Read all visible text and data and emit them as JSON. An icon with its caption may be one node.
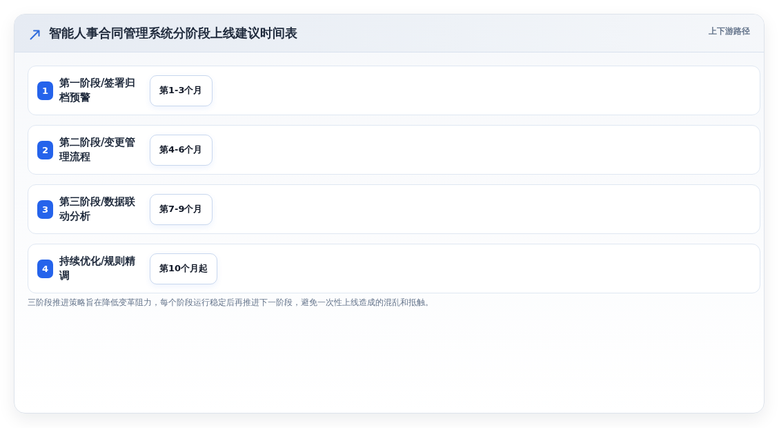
{
  "diagram": {
    "title": "智能人事合同管理系统分阶段上线建议时间表",
    "caption": "三阶段推进策略旨在降低变革阻力，每个阶段运行稳定后再推进下一阶段，避免一次性上线造成的混乱和抵触。",
    "nodes": [
      {
        "text": [
          "第一阶段/签署归档预警"
        ]
      },
      {
        "text": [
          "1"
        ],
        "in": 0
      },
      {
        "text": [
          "第1-3个月"
        ],
        "in": 0
      },
      {
        "text": [
          "第二阶段/变更管理流程"
        ]
      },
      {
        "text": [
          "2"
        ],
        "in": 3
      },
      {
        "text": [
          "第4-6个月"
        ],
        "in": 3
      },
      {
        "text": [
          "第三阶段/数据联动分析"
        ]
      },
      {
        "text": [
          "3"
        ],
        "in": 6
      },
      {
        "text": [
          "第7-9个月"
        ],
        "in": 6
      },
      {
        "text": [
          "持续优化/规则精调"
        ]
      },
      {
        "text": [
          "4"
        ],
        "in": 9
      },
      {
        "text": [
          "第10个月起"
        ],
        "in": 9
      }
    ],
    "labels": [
      "上下游路径"
    ]
  }
}
